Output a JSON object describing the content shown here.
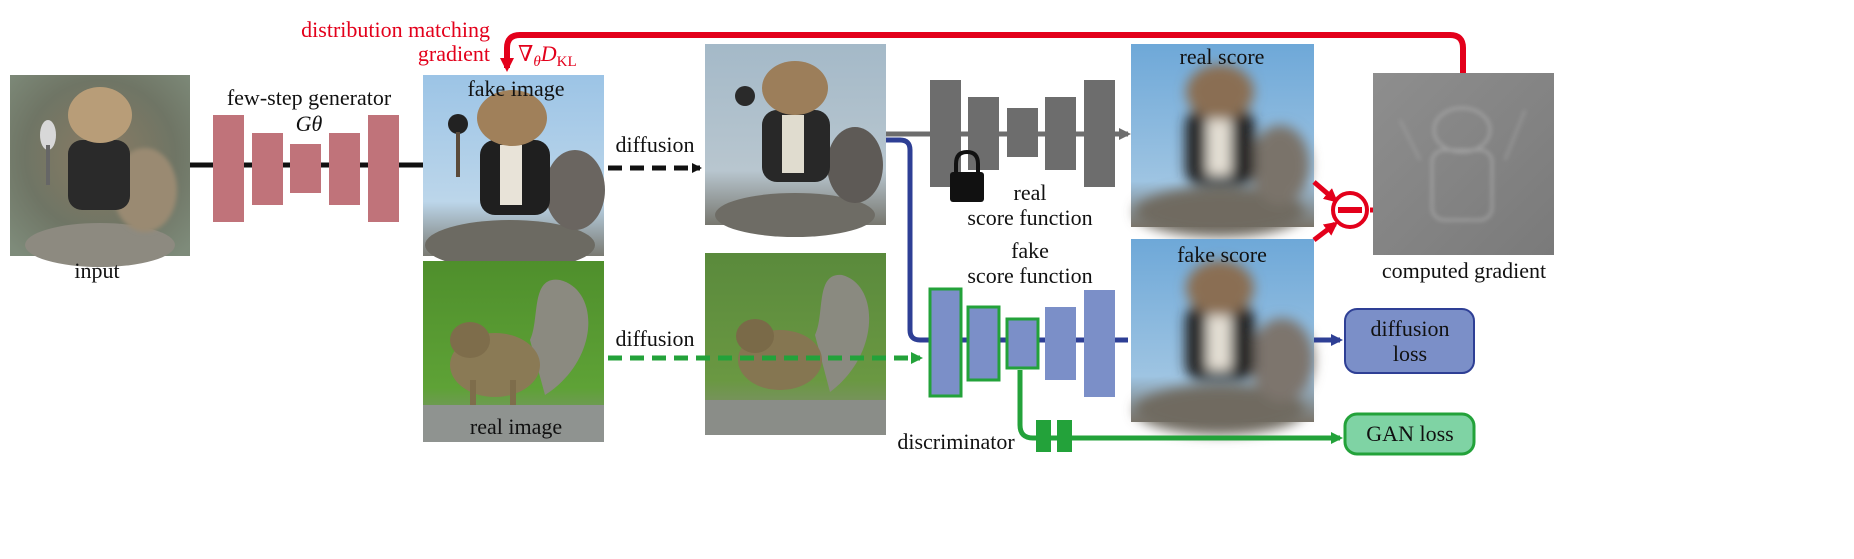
{
  "labels": {
    "input": "input",
    "generator": "few-step generator",
    "generator_symbol": "Gθ",
    "fake_image": "fake image",
    "real_image": "real image",
    "diffusion_top": "diffusion",
    "diffusion_bottom": "diffusion",
    "real_score_line1": "real",
    "real_score_line2": "score function",
    "fake_score_line1": "fake",
    "fake_score_line2": "score function",
    "real_score": "real score",
    "fake_score": "fake score",
    "computed_gradient": "computed gradient",
    "dm_line1": "distribution matching",
    "dm_line2": "gradient",
    "dm_formula_nabla": "∇",
    "dm_formula_theta": "θ",
    "dm_formula_D": "D",
    "dm_formula_KL": "KL",
    "diffusion_loss_line1": "diffusion",
    "diffusion_loss_line2": "loss",
    "gan_loss": "GAN loss",
    "discriminator": "discriminator",
    "minus_sign": "−"
  },
  "colors": {
    "generator_block": "#c0737a",
    "real_score_block": "#6d6d6d",
    "fake_score_block": "#7b8fc8",
    "discriminator_outline": "#23a23a",
    "red_arrow": "#e3001b",
    "blue_arrow": "#2e3f95",
    "green_arrow": "#23a23a",
    "diffusion_loss_fill": "#7b8fc8",
    "gan_loss_fill": "#7fd3a4"
  },
  "icons": {
    "lock": "lock-icon",
    "minus": "minus-circle-icon"
  }
}
